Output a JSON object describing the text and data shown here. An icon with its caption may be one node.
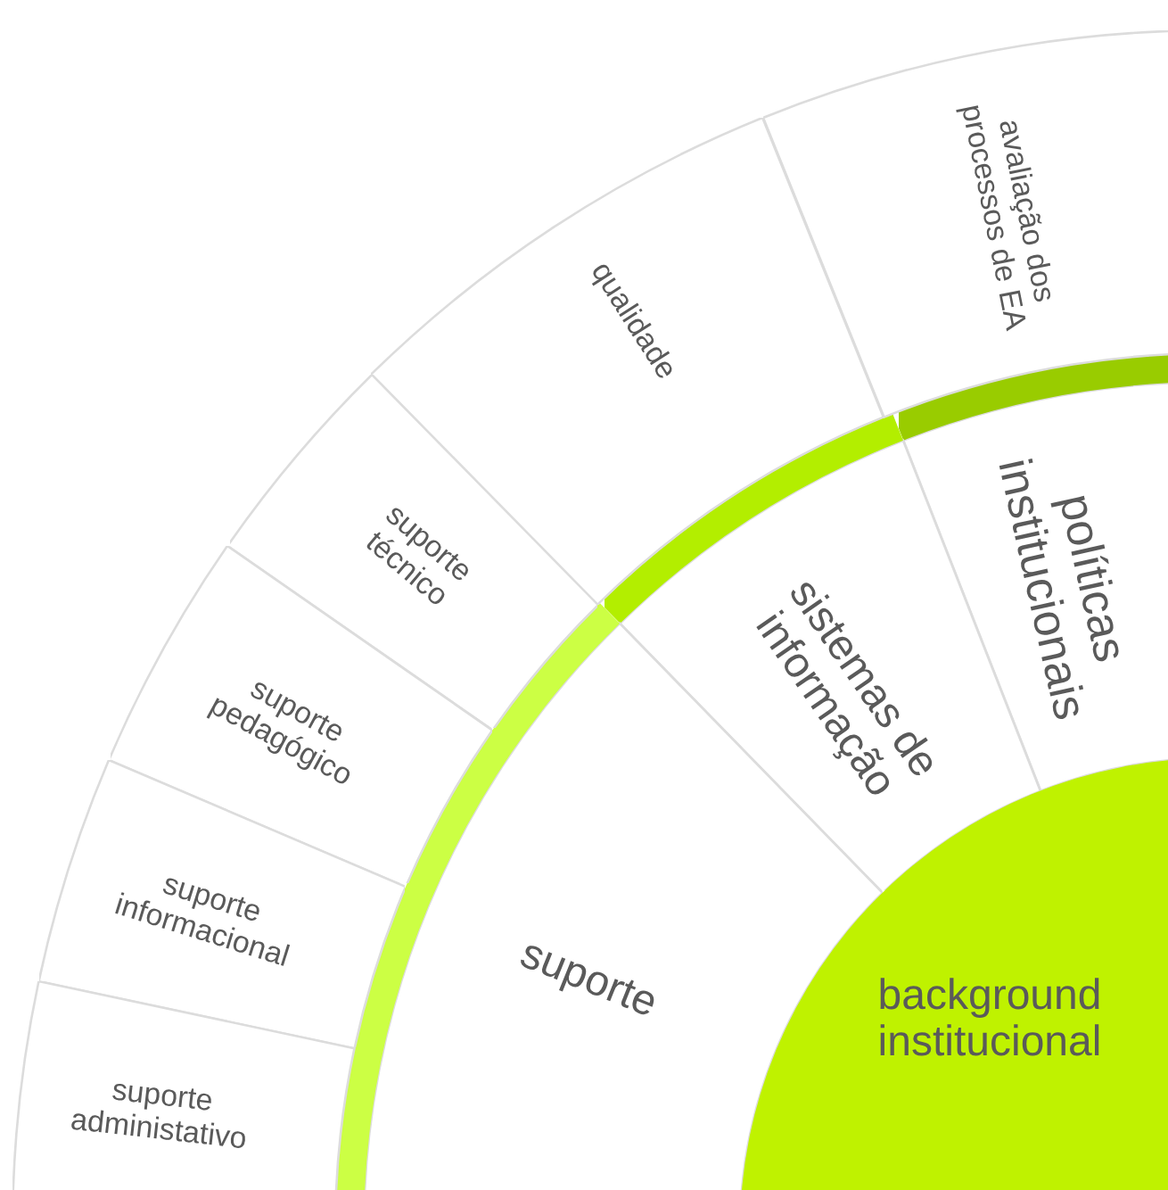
{
  "diagram": {
    "nodes": [
      {
        "text": [
          "background institucional"
        ]
      },
      {
        "text": [
          "políticas institucionais"
        ]
      },
      {
        "text": [
          "sistemas de informação"
        ]
      },
      {
        "text": [
          "suporte"
        ]
      },
      {
        "text": [
          "avaliação dos processos de EA"
        ]
      },
      {
        "text": [
          "qualidade"
        ]
      },
      {
        "text": [
          "suporte técnico"
        ]
      },
      {
        "text": [
          "suporte pedagógico"
        ]
      },
      {
        "text": [
          "suporte informacional"
        ]
      },
      {
        "text": [
          "suporte administativo"
        ]
      }
    ]
  }
}
